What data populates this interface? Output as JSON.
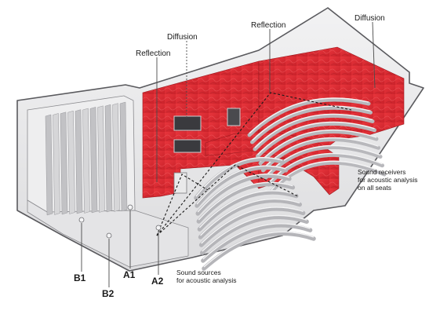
{
  "labels": {
    "reflection_left": "Reflection",
    "diffusion_left": "Diffusion",
    "reflection_right": "Reflection",
    "diffusion_right": "Diffusion",
    "receivers": [
      "Sound receivers",
      "for acoustic analysis",
      "on all seats"
    ],
    "sources": [
      "Sound sources",
      "for acoustic analysis"
    ]
  },
  "sources": {
    "b1": "B1",
    "b2": "B2",
    "a1": "A1",
    "a2": "A2"
  },
  "colors": {
    "acoustic_panels": "#e02b33",
    "acoustic_panels_dark": "#b81c24",
    "walls": "#e9e9ea",
    "walls_shade": "#cfcfd1",
    "outline": "#5a5a5e",
    "leader": "#4a4a4a"
  }
}
